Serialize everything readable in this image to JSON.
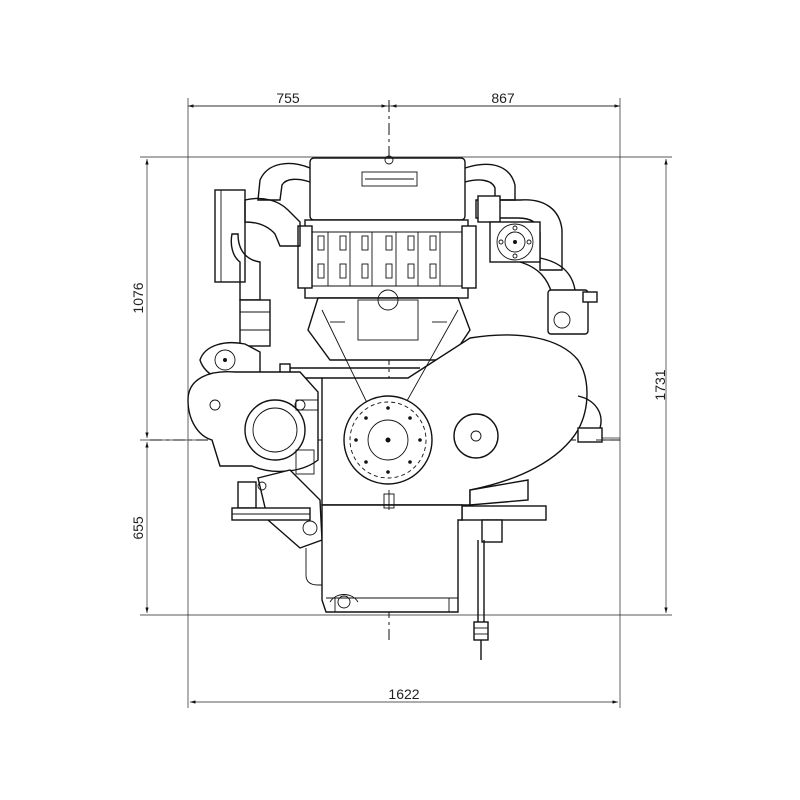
{
  "drawing": {
    "type": "engine-front-view-dimension-drawing",
    "dimensions": {
      "left_width": "755",
      "right_width": "867",
      "total_width": "1622",
      "upper_height": "1076",
      "lower_height": "655",
      "total_height": "1731"
    },
    "colors": {
      "line": "#111111",
      "background": "#ffffff"
    }
  }
}
